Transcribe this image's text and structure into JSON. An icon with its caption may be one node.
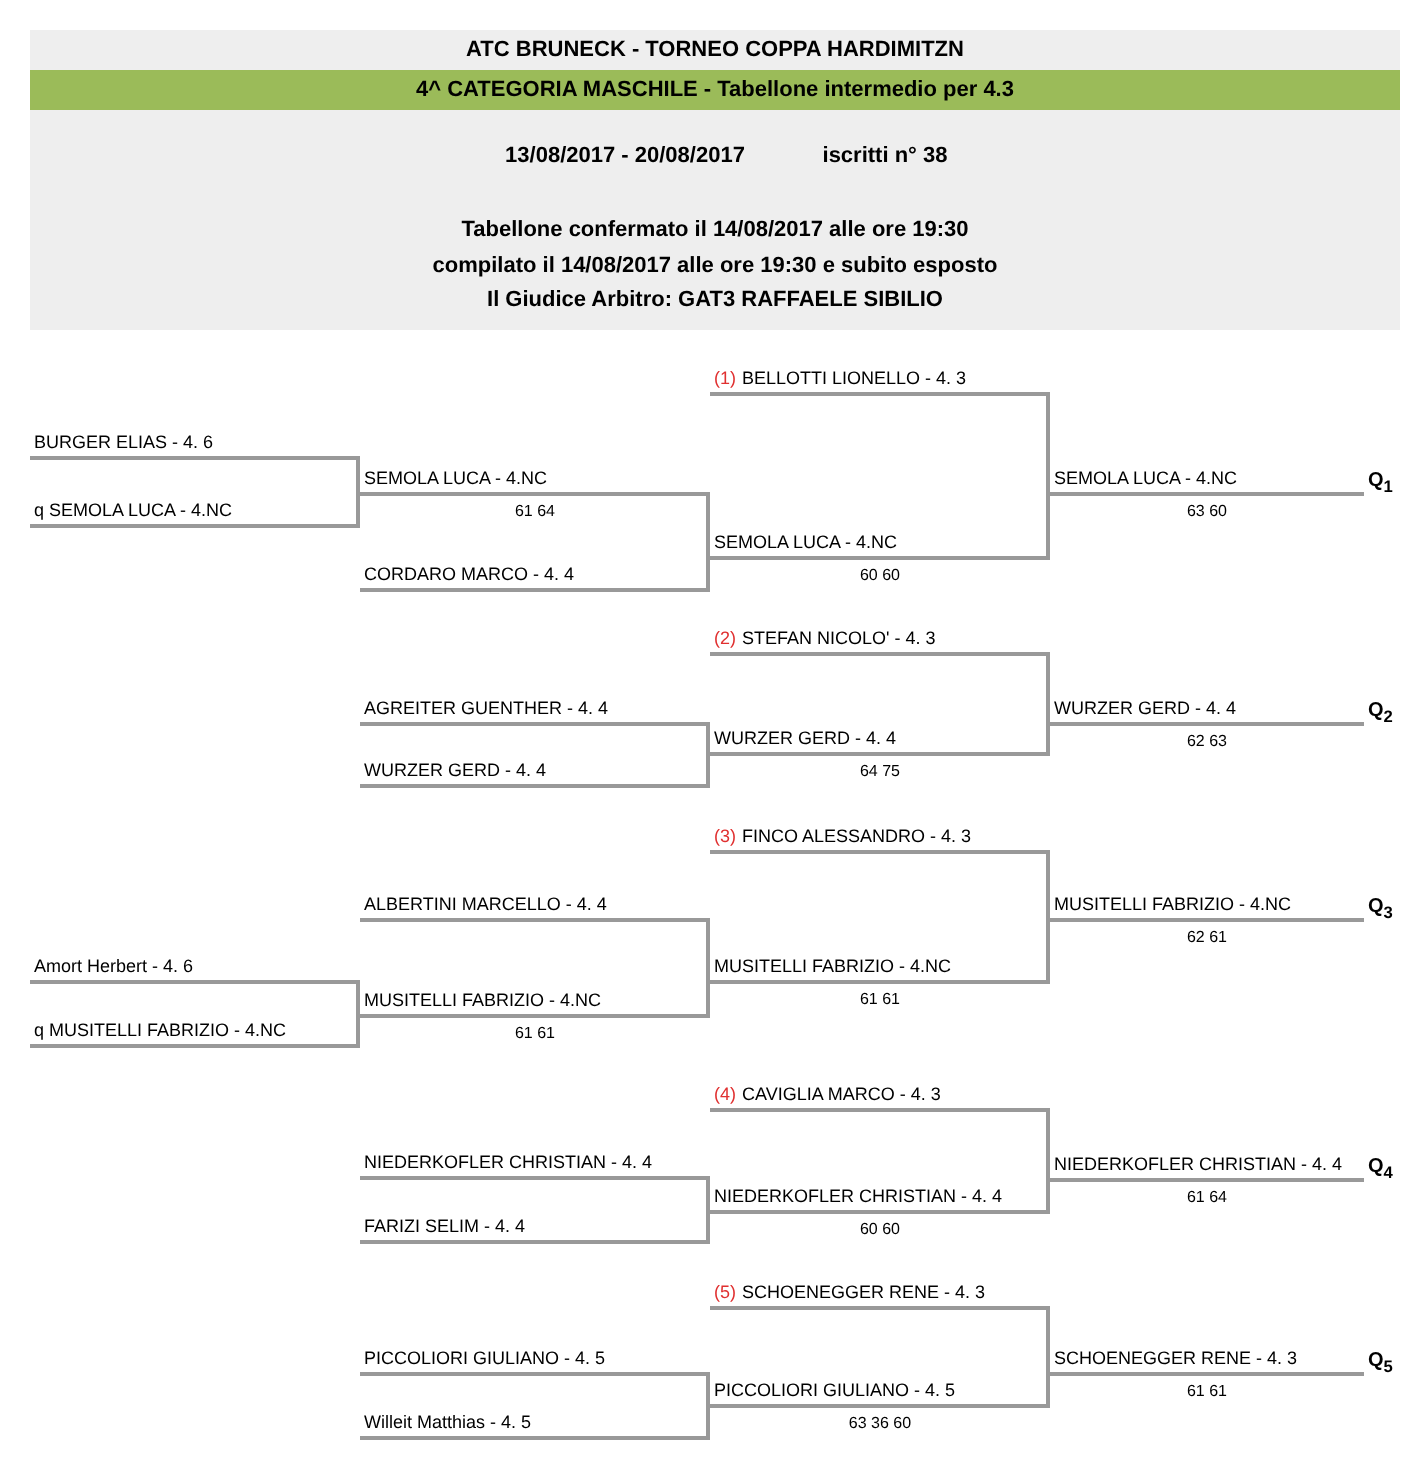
{
  "diagram": {
    "title": "ATC BRUNECK - TORNEO COPPA HARDIMITZN",
    "nodes": [
      {
        "text": [
          "BURGER ELIAS - 4. 6"
        ]
      },
      {
        "text": [
          "q SEMOLA LUCA - 4.NC"
        ]
      },
      {
        "text": [
          "SEMOLA LUCA - 4.NC"
        ],
        "beside": [
          "61 64"
        ]
      },
      {
        "text": [
          "CORDARO MARCO - 4. 4"
        ]
      },
      {
        "text": [
          "(1)",
          "BELLOTTI LIONELLO - 4. 3"
        ]
      },
      {
        "text": [
          "SEMOLA LUCA - 4.NC"
        ],
        "beside": [
          "60 60"
        ]
      },
      {
        "text": [
          "SEMOLA LUCA - 4.NC"
        ],
        "beside": [
          "63 60",
          "Q$_{1}$"
        ]
      },
      {
        "text": [
          "(2)",
          "STEFAN NICOLO' - 4. 3"
        ]
      },
      {
        "text": [
          "AGREITER GUENTHER - 4. 4"
        ]
      },
      {
        "text": [
          "WURZER GERD - 4. 4"
        ]
      },
      {
        "text": [
          "WURZER GERD - 4. 4"
        ],
        "beside": [
          "64 75"
        ]
      },
      {
        "text": [
          "WURZER GERD - 4. 4"
        ],
        "beside": [
          "62 63",
          "Q$_{2}$"
        ]
      },
      {
        "text": [
          "(3)",
          "FINCO ALESSANDRO - 4. 3"
        ]
      },
      {
        "text": [
          "ALBERTINI MARCELLO - 4. 4"
        ]
      },
      {
        "text": [
          "Amort Herbert - 4. 6"
        ]
      },
      {
        "text": [
          "q MUSITELLI FABRIZIO - 4.NC"
        ]
      },
      {
        "text": [
          "MUSITELLI FABRIZIO - 4.NC"
        ],
        "beside": [
          "61 61"
        ]
      },
      {
        "text": [
          "MUSITELLI FABRIZIO - 4.NC"
        ],
        "beside": [
          "61 61"
        ]
      },
      {
        "text": [
          "MUSITELLI FABRIZIO - 4.NC"
        ],
        "beside": [
          "62 61",
          "Q$_{3}$"
        ]
      },
      {
        "text": [
          "(4)",
          "CAVIGLIA MARCO - 4. 3"
        ]
      },
      {
        "text": [
          "NIEDERKOFLER CHRISTIAN - 4. 4"
        ]
      },
      {
        "text": [
          "FARIZI SELIM - 4. 4"
        ]
      },
      {
        "text": [
          "NIEDERKOFLER CHRISTIAN - 4. 4"
        ],
        "beside": [
          "60 60"
        ]
      },
      {
        "text": [
          "NIEDERKOFLER CHRISTIAN - 4. 4"
        ],
        "beside": [
          "61 64",
          "Q$_{4}$"
        ]
      },
      {
        "text": [
          "(5)",
          "SCHOENEGGER RENE - 4. 3"
        ]
      },
      {
        "text": [
          "PICCOLIORI GIULIANO - 4. 5"
        ]
      },
      {
        "text": [
          "Willeit Matthias - 4. 5"
        ]
      },
      {
        "text": [
          "PICCOLIORI GIULIANO - 4. 5"
        ],
        "beside": [
          "63 36 60"
        ]
      },
      {
        "text": [
          "SCHOENEGGER RENE - 4. 3"
        ],
        "beside": [
          "61 61",
          "Q$_{5}$"
        ]
      }
    ],
    "edges": [
      {
        "from": 0,
        "to": 2,
        "arrow": "none"
      },
      {
        "from": 1,
        "to": 2,
        "arrow": "none"
      },
      {
        "from": 2,
        "to": 5,
        "arrow": "none"
      },
      {
        "from": 3,
        "to": 5,
        "arrow": "none"
      },
      {
        "from": 4,
        "to": 6,
        "arrow": "none"
      },
      {
        "from": 5,
        "to": 6,
        "arrow": "none"
      },
      {
        "from": 8,
        "to": 10,
        "arrow": "none"
      },
      {
        "from": 9,
        "to": 10,
        "arrow": "none"
      },
      {
        "from": 7,
        "to": 11,
        "arrow": "none"
      },
      {
        "from": 10,
        "to": 11,
        "arrow": "none"
      },
      {
        "from": 13,
        "to": 17,
        "arrow": "none"
      },
      {
        "from": 14,
        "to": 16,
        "arrow": "none"
      },
      {
        "from": 15,
        "to": 16,
        "arrow": "none"
      },
      {
        "from": 16,
        "to": 17,
        "arrow": "none"
      },
      {
        "from": 12,
        "to": 18,
        "arrow": "none"
      },
      {
        "from": 17,
        "to": 18,
        "arrow": "none"
      },
      {
        "from": 19,
        "to": 23,
        "arrow": "none"
      },
      {
        "from": 20,
        "to": 22,
        "arrow": "none"
      },
      {
        "from": 21,
        "to": 22,
        "arrow": "none"
      },
      {
        "from": 22,
        "to": 23,
        "arrow": "none"
      },
      {
        "from": 24,
        "to": 28,
        "arrow": "none"
      },
      {
        "from": 25,
        "to": 27,
        "arrow": "none"
      },
      {
        "from": 26,
        "to": 27,
        "arrow": "none"
      },
      {
        "from": 27,
        "to": 28,
        "arrow": "none"
      }
    ],
    "labels": [
      "4^ CATEGORIA MASCHILE - Tabellone intermedio per 4.3",
      "13/08/2017 - 20/08/2017",
      "iscritti n° 38",
      "Tabellone confermato il 14/08/2017 alle ore 19:30",
      "compilato il 14/08/2017 alle ore 19:30 e subito esposto",
      "Il Giudice Arbitro: GAT3 RAFFAELE SIBILIO"
    ]
  }
}
